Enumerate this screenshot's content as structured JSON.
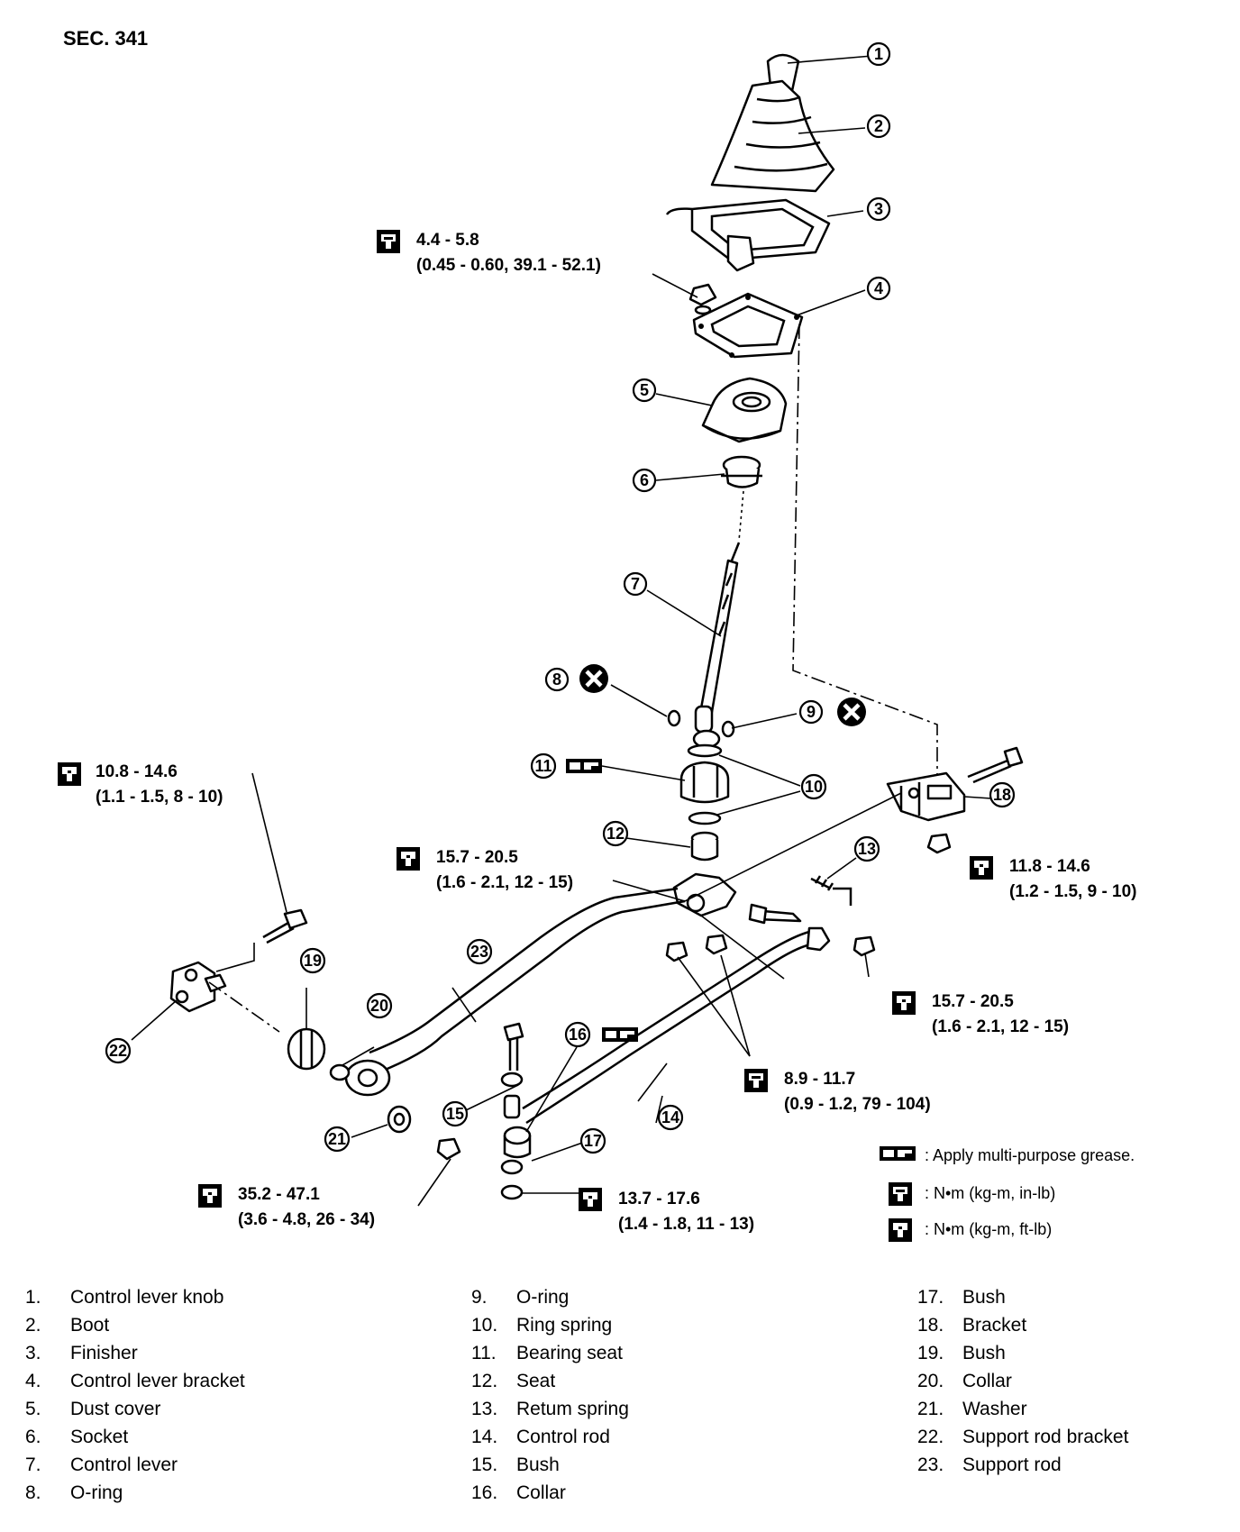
{
  "section_label": "SEC. 341",
  "callout_numbers": [
    "1",
    "2",
    "3",
    "4",
    "5",
    "6",
    "7",
    "8",
    "9",
    "10",
    "11",
    "12",
    "13",
    "14",
    "15",
    "16",
    "17",
    "18",
    "19",
    "20",
    "21",
    "22",
    "23"
  ],
  "torque_specs": [
    {
      "icon": "torque-in-lb-icon",
      "value": "4.4 - 5.8",
      "conversion": "(0.45 - 0.60, 39.1 - 52.1)"
    },
    {
      "icon": "torque-ft-lb-icon",
      "value": "10.8 - 14.6",
      "conversion": "(1.1 - 1.5, 8 - 10)"
    },
    {
      "icon": "torque-ft-lb-icon",
      "value": "15.7 - 20.5",
      "conversion": "(1.6 - 2.1, 12 - 15)"
    },
    {
      "icon": "torque-ft-lb-icon",
      "value": "11.8 - 14.6",
      "conversion": "(1.2 - 1.5, 9 - 10)"
    },
    {
      "icon": "torque-ft-lb-icon",
      "value": "15.7 - 20.5",
      "conversion": "(1.6 - 2.1, 12 - 15)"
    },
    {
      "icon": "torque-in-lb-icon",
      "value": "8.9 - 11.7",
      "conversion": "(0.9 - 1.2, 79 - 104)"
    },
    {
      "icon": "torque-ft-lb-icon",
      "value": "35.2 - 47.1",
      "conversion": "(3.6 - 4.8, 26 - 34)"
    },
    {
      "icon": "torque-ft-lb-icon",
      "value": "13.7 - 17.6",
      "conversion": "(1.4 - 1.8, 11 - 13)"
    }
  ],
  "legend": [
    {
      "icon": "grease-icon",
      "text": ": Apply multi-purpose grease."
    },
    {
      "icon": "torque-in-lb-icon",
      "text": ": N•m (kg-m, in-lb)"
    },
    {
      "icon": "torque-ft-lb-icon",
      "text": ": N•m (kg-m, ft-lb)"
    }
  ],
  "parts": [
    {
      "num": "1.",
      "name": "Control lever knob"
    },
    {
      "num": "2.",
      "name": "Boot"
    },
    {
      "num": "3.",
      "name": "Finisher"
    },
    {
      "num": "4.",
      "name": "Control lever bracket"
    },
    {
      "num": "5.",
      "name": "Dust cover"
    },
    {
      "num": "6.",
      "name": "Socket"
    },
    {
      "num": "7.",
      "name": "Control lever"
    },
    {
      "num": "8.",
      "name": "O-ring"
    },
    {
      "num": "9.",
      "name": "O-ring"
    },
    {
      "num": "10.",
      "name": "Ring spring"
    },
    {
      "num": "11.",
      "name": "Bearing seat"
    },
    {
      "num": "12.",
      "name": "Seat"
    },
    {
      "num": "13.",
      "name": "Retum spring"
    },
    {
      "num": "14.",
      "name": "Control rod"
    },
    {
      "num": "15.",
      "name": "Bush"
    },
    {
      "num": "16.",
      "name": "Collar"
    },
    {
      "num": "17.",
      "name": "Bush"
    },
    {
      "num": "18.",
      "name": "Bracket"
    },
    {
      "num": "19.",
      "name": "Bush"
    },
    {
      "num": "20.",
      "name": "Collar"
    },
    {
      "num": "21.",
      "name": "Washer"
    },
    {
      "num": "22.",
      "name": "Support rod bracket"
    },
    {
      "num": "23.",
      "name": "Support rod"
    }
  ]
}
